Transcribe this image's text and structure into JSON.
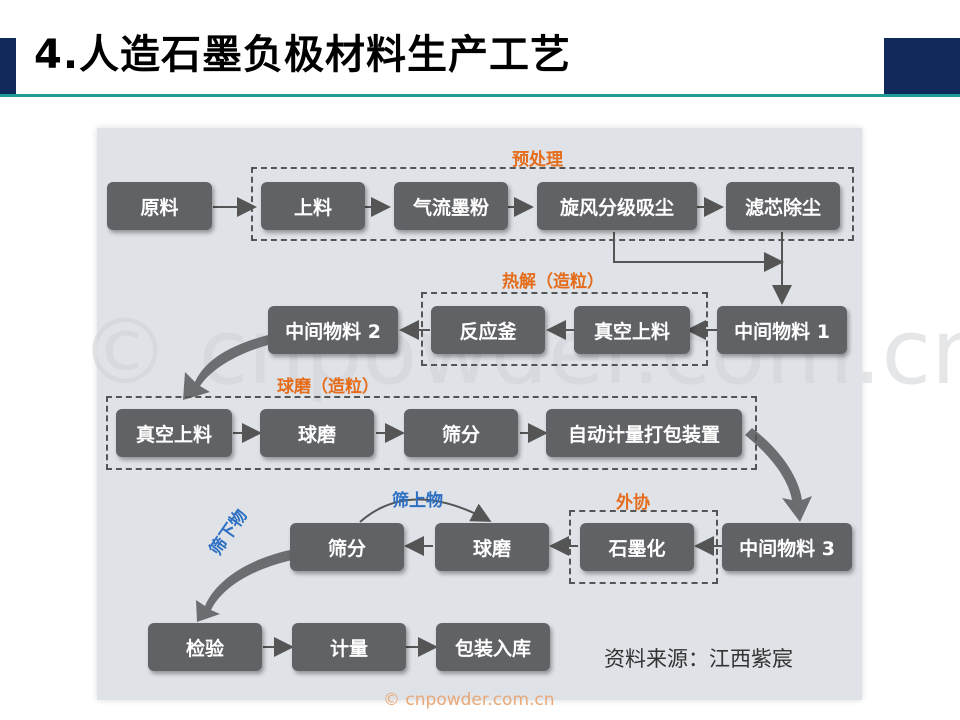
{
  "title": "4.人造石墨负极材料生产工艺",
  "watermark": "© cnpowder.com.cn",
  "source": "资料来源：江西紫宸",
  "groups": {
    "pretreat": "预处理",
    "pyrolysis": "热解（造粒）",
    "milling": "球磨（造粒）",
    "outsource": "外协"
  },
  "nodes": {
    "raw": "原料",
    "feed": "上料",
    "jet_mill": "气流墨粉",
    "cyclone": "旋风分级吸尘",
    "filter": "滤芯除尘",
    "mid1": "中间物料 1",
    "vac_feed1": "真空上料",
    "reactor": "反应釜",
    "mid2": "中间物料 2",
    "vac_feed2": "真空上料",
    "ball_mill1": "球磨",
    "sieve1": "筛分",
    "auto_pack": "自动计量打包装置",
    "mid3": "中间物料 3",
    "graphitize": "石墨化",
    "ball_mill2": "球磨",
    "sieve2": "筛分",
    "inspect": "检验",
    "measure": "计量",
    "pack_store": "包装入库"
  },
  "edge_labels": {
    "oversize": "筛上物",
    "undersize": "筛下物"
  }
}
